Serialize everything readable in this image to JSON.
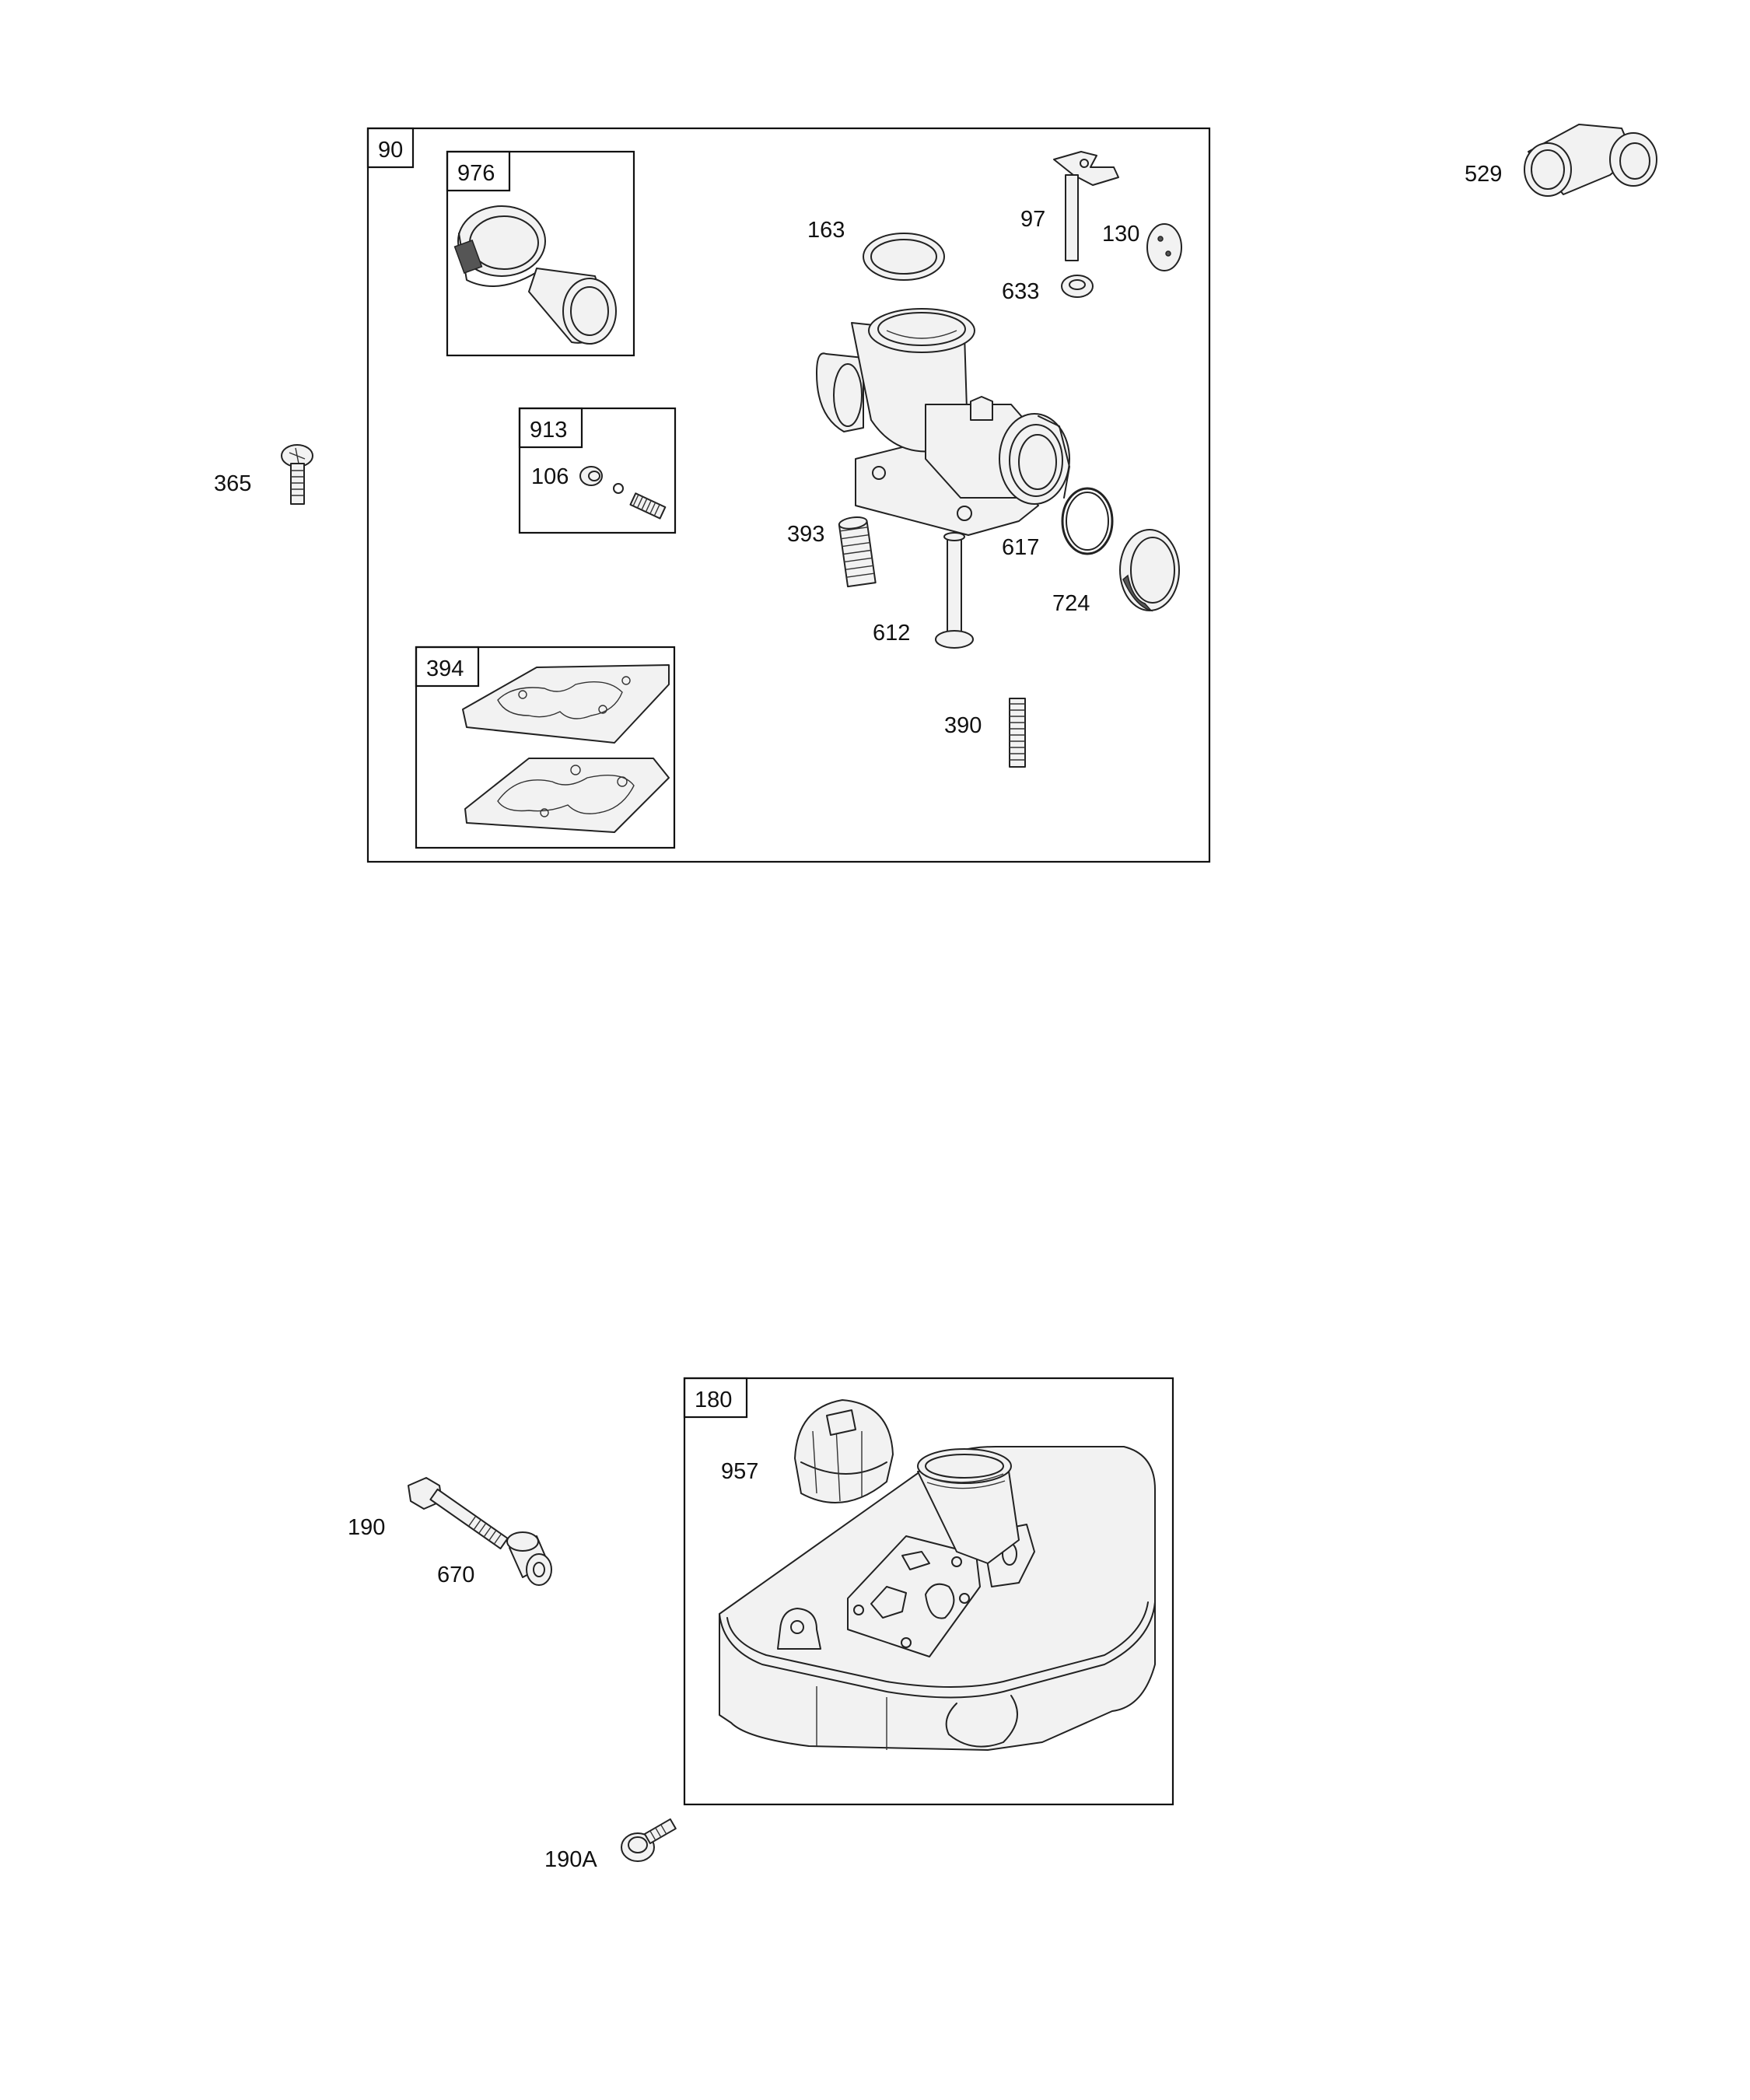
{
  "groups": {
    "g90": "90",
    "g976": "976",
    "g913": "913",
    "g394": "394",
    "g180": "180"
  },
  "parts": {
    "p529": "529",
    "p365": "365",
    "p163": "163",
    "p97": "97",
    "p130": "130",
    "p633": "633",
    "p106": "106",
    "p393": "393",
    "p617": "617",
    "p724": "724",
    "p612": "612",
    "p390": "390",
    "p957": "957",
    "p190": "190",
    "p670": "670",
    "p190a": "190A"
  }
}
